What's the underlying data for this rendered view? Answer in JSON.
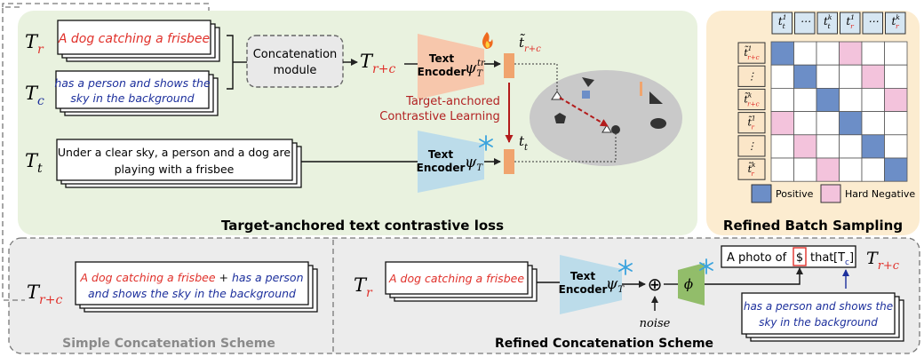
{
  "colors": {
    "target_red": "#e0302a",
    "cond_blue": "#1c2f9c",
    "green_panel": "#e9f2df",
    "orange_panel": "#fcecd0",
    "gray_panel": "#ececec",
    "orange_text": "#b22222",
    "positive": "#6c8ec7",
    "hard_negative": "#f3c3dc",
    "encoder_train": "#f7c7ac",
    "encoder_frozen": "#bcdcea",
    "phi_green": "#92bd6a"
  },
  "contrastive": {
    "title": "Target-anchored text contrastive loss",
    "label_tr": "T",
    "sub_tr": "r",
    "label_tc": "T",
    "sub_tc": "c",
    "label_tt": "T",
    "sub_tt": "t",
    "text_tr": "A dog catching a frisbee",
    "text_tc_line1": "has a person and shows the",
    "text_tc_line2": "sky in the background",
    "text_tt_line1": "Under a clear sky, a person and a dog are",
    "text_tt_line2": "playing with a frisbee",
    "concat_line1": "Concatenation",
    "concat_line2": "module",
    "out_label": "T",
    "out_sub": "r+c",
    "encoder_label1": "Text",
    "encoder_label2": "Encoder",
    "psi": "ψ",
    "psi_sub_top": "T",
    "psi_sup_top": "tr",
    "psi_sub_bottom": "T",
    "t_rc": "t̃",
    "t_rc_sub": "r+c",
    "t_t": "t",
    "t_t_sub": "t",
    "contrastive_line1": "Target-anchored",
    "contrastive_line2": "Contrastive Learning",
    "fire_icon": "fire-icon",
    "snow_icon": "snowflake-icon"
  },
  "batch": {
    "title": "Refined Batch Sampling",
    "col_headers": [
      "t_t^1",
      "⋯",
      "t_t^k",
      "t_r^1",
      "⋯",
      "t_r^k"
    ],
    "row_headers": [
      "t̃_{r+c}^1",
      "⋮",
      "t̃_{r+c}^k",
      "t̃_r^1",
      "⋮",
      "t̃_r^k"
    ],
    "legend_positive": "Positive",
    "legend_hard_negative": "Hard Negative",
    "grid": [
      [
        "pos",
        "",
        "",
        "neg",
        "",
        ""
      ],
      [
        "",
        "pos",
        "",
        "",
        "neg",
        ""
      ],
      [
        "",
        "",
        "pos",
        "",
        "",
        "neg"
      ],
      [
        "neg",
        "",
        "",
        "pos",
        "",
        ""
      ],
      [
        "",
        "neg",
        "",
        "",
        "pos",
        ""
      ],
      [
        "",
        "",
        "neg",
        "",
        "",
        "pos"
      ]
    ]
  },
  "simple": {
    "title": "Simple Concatenation Scheme",
    "label": "T",
    "sub": "r+c",
    "text_red": "A dog catching a frisbee",
    "text_plus": " + ",
    "text_blue1": "has a person",
    "text_blue2": "and shows the sky in the background"
  },
  "refined": {
    "title": "Refined Concatenation Scheme",
    "label": "T",
    "sub": "r",
    "text_red": "A dog catching a frisbee",
    "encoder_label1": "Text",
    "encoder_label2": "Encoder",
    "psi": "ψ",
    "psi_sub": "T",
    "oplus": "⊕",
    "noise": "noise",
    "phi": "ϕ",
    "template_a": "A photo of",
    "template_dollar": "$",
    "template_b": "that",
    "template_tc": "[T",
    "template_tc_sub": "c",
    "template_close": "]",
    "out_label": "T",
    "out_sub": "r+c",
    "text_blue1": "has a person and shows the",
    "text_blue2": "sky in the background"
  }
}
